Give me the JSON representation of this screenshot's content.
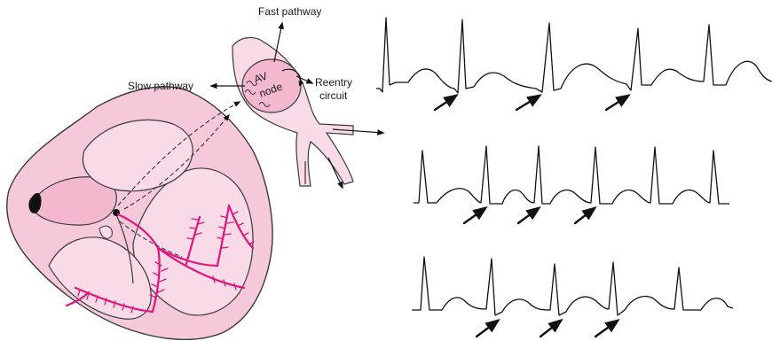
{
  "labels": {
    "fast_pathway": "Fast pathway",
    "slow_pathway": "Slow pathway",
    "av_node_line1": "AV",
    "av_node_line2": "node",
    "reentry_line1": "Reentry",
    "reentry_line2": "circuit"
  },
  "colors": {
    "heart_fill": "#f6c9da",
    "heart_inner": "#f9d8e5",
    "heart_stroke": "#3a3a3a",
    "conduction": "#e0157f",
    "ecg_stroke": "#111111"
  },
  "ecg_strips": [
    {
      "name": "ecg-strip-top",
      "arrow_count": 3
    },
    {
      "name": "ecg-strip-middle",
      "arrow_count": 3
    },
    {
      "name": "ecg-strip-bottom",
      "arrow_count": 3
    }
  ]
}
